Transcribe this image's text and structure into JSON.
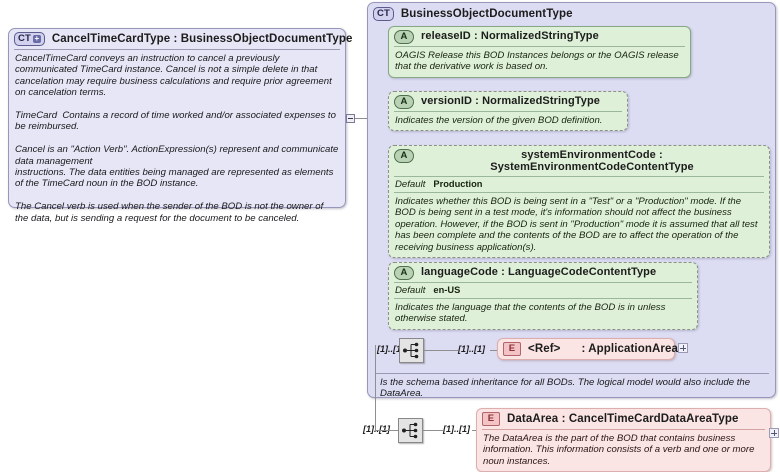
{
  "diagram": {
    "kind": "xsd-schema-diagram",
    "colors": {
      "complex_type_fill": "#e6e6f6",
      "container_fill": "#dcdcf3",
      "attribute_fill": "#dff0d8",
      "element_fill": "#fbe4e4",
      "border": "#9797bb",
      "wire": "#8f8f8f"
    }
  },
  "left_type": {
    "badge": "CT",
    "badge_expand": "+",
    "title": "CancelTimeCardType : BusinessObjectDocumentType",
    "documentation": "CancelTimeCard conveys an instruction to cancel a previously communicated TimeCard instance. Cancel is not a simple delete in that cancelation may require business calculations and require prior agreement on cancelation terms.\n\nTimeCard  Contains a record of time worked and/or associated expenses to be reimbursed.\n\nCancel is an \"Action Verb\". ActionExpression(s) represent and communicate data management\ninstructions. The data entities being managed are represented as elements of the TimeCard noun in the BOD instance.\n\nThe Cancel verb is used when the sender of the BOD is not the owner of the data, but is sending a request for the document to be canceled."
  },
  "bod_container": {
    "badge": "CT",
    "title": "BusinessObjectDocumentType",
    "annotation": "Is the schema based inheritance for all BODs. The logical model would also include the DataArea."
  },
  "attributes": [
    {
      "badge": "A",
      "name": "releaseID",
      "type": "NormalizedStringType",
      "title": "releaseID : NormalizedStringType",
      "required": true,
      "default_label": null,
      "default_value": null,
      "documentation": "OAGIS Release this BOD Instances belongs or the OAGIS release that the derivative work is based on."
    },
    {
      "badge": "A",
      "name": "versionID",
      "type": "NormalizedStringType",
      "title": "versionID : NormalizedStringType",
      "required": false,
      "default_label": null,
      "default_value": null,
      "documentation": "Indicates the version of the given BOD definition."
    },
    {
      "badge": "A",
      "name": "systemEnvironmentCode",
      "type": "SystemEnvironmentCodeContentType",
      "title": "systemEnvironmentCode : SystemEnvironmentCodeContentType",
      "required": false,
      "default_label": "Default",
      "default_value": "Production",
      "documentation": "Indicates whether this BOD is being sent in a \"Test\" or a \"Production\" mode. If the BOD is being sent in a test mode, it's information should not affect the business operation. However, if the BOD is sent in \"Production\" mode it is assumed that all test has been complete and the contents of the BOD are to affect the operation of the receiving business application(s)."
    },
    {
      "badge": "A",
      "name": "languageCode",
      "type": "LanguageCodeContentType",
      "title": "languageCode : LanguageCodeContentType",
      "required": false,
      "default_label": "Default",
      "default_value": "en-US",
      "documentation": "Indicates the language that the contents of the BOD is in unless otherwise stated."
    }
  ],
  "elements": [
    {
      "badge": "E",
      "name": "<Ref>",
      "type": "ApplicationArea",
      "title_name": "<Ref>",
      "title_type": ": ApplicationArea",
      "documentation": null,
      "cardinality_left": "[1]..[1]",
      "cardinality_right": "[1]..[1]",
      "expand": "+"
    },
    {
      "badge": "E",
      "name": "DataArea",
      "type": "CancelTimeCardDataAreaType",
      "title": "DataArea : CancelTimeCardDataAreaType",
      "documentation": "The DataArea is the part of the BOD that contains business information. This information consists of a verb and one or more noun instances.",
      "cardinality_left": "[1]..[1]",
      "cardinality_right": "[1]..[1]",
      "expand": "+"
    }
  ],
  "connectors": {
    "collapse_toggle": "-",
    "sequence_icon": "sequence-compositor"
  }
}
